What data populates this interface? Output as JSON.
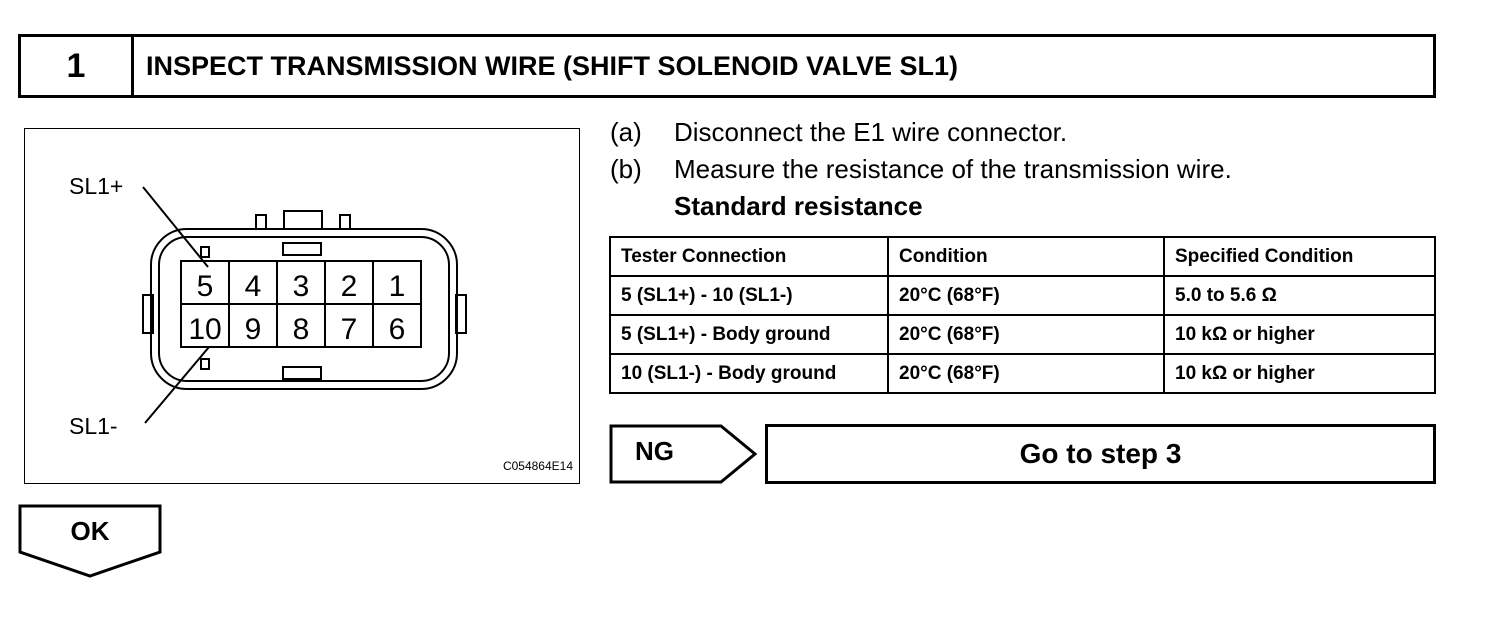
{
  "header": {
    "step_number": "1",
    "title": "INSPECT TRANSMISSION WIRE (SHIFT SOLENOID VALVE SL1)"
  },
  "figure": {
    "label_top": "SL1+",
    "label_bottom": "SL1-",
    "code": "C054864E14",
    "pins_top": [
      "5",
      "4",
      "3",
      "2",
      "1"
    ],
    "pins_bottom": [
      "10",
      "9",
      "8",
      "7",
      "6"
    ]
  },
  "instructions": [
    {
      "marker": "(a)",
      "text": "Disconnect the E1 wire connector."
    },
    {
      "marker": "(b)",
      "text": "Measure the resistance of the transmission wire."
    }
  ],
  "standard_label": "Standard resistance",
  "table": {
    "headers": [
      "Tester Connection",
      "Condition",
      "Specified Condition"
    ],
    "rows": [
      [
        "5 (SL1+) - 10 (SL1-)",
        "20°C (68°F)",
        "5.0 to 5.6 Ω"
      ],
      [
        "5 (SL1+) - Body ground",
        "20°C (68°F)",
        "10 kΩ or higher"
      ],
      [
        "10 (SL1-) - Body ground",
        "20°C (68°F)",
        "10 kΩ or higher"
      ]
    ]
  },
  "ng": {
    "label": "NG",
    "action": "Go to step 3"
  },
  "ok": {
    "label": "OK"
  }
}
